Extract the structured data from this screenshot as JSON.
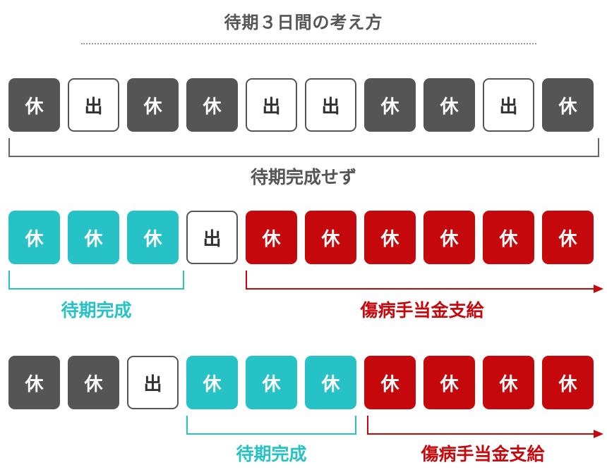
{
  "title": "待期３日間の考え方",
  "legend_glyphs": {
    "rest": "休",
    "work": "出"
  },
  "colors": {
    "rest": "#555555",
    "work_border": "#555555",
    "waiting": "#26c2c6",
    "benefit": "#c5080b",
    "text_gray": "#555555"
  },
  "row1": {
    "days": [
      "休",
      "出",
      "休",
      "休",
      "出",
      "出",
      "休",
      "休",
      "出",
      "休"
    ],
    "label": "待期完成せず"
  },
  "row2": {
    "days": [
      "休",
      "休",
      "休",
      "出",
      "休",
      "休",
      "休",
      "休",
      "休",
      "休"
    ],
    "waiting_label": "待期完成",
    "benefit_label": "傷病手当金支給"
  },
  "row3": {
    "days": [
      "休",
      "休",
      "出",
      "休",
      "休",
      "休",
      "休",
      "休",
      "休",
      "休"
    ],
    "waiting_label": "待期完成",
    "benefit_label": "傷病手当金支給"
  }
}
